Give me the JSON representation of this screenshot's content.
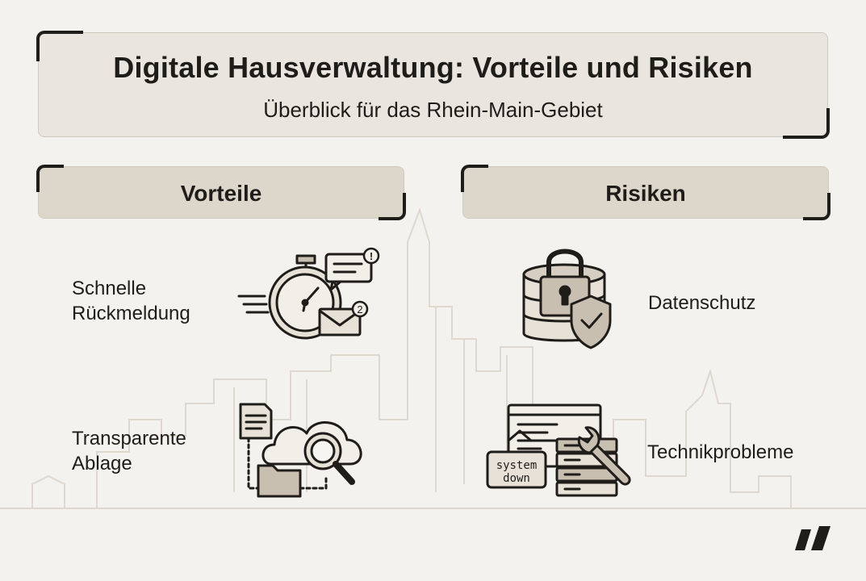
{
  "header": {
    "title": "Digitale Hausverwaltung: Vorteile und Risiken",
    "subtitle": "Überblick für das Rhein-Main-Gebiet"
  },
  "columns": {
    "left": {
      "heading": "Vorteile"
    },
    "right": {
      "heading": "Risiken"
    }
  },
  "items": {
    "fast_feedback": {
      "line1": "Schnelle",
      "line2": "Rückmeldung",
      "icon": "stopwatch-messages-icon",
      "message_badge": "!",
      "mail_badge": "2"
    },
    "transparent_filing": {
      "line1": "Transparente",
      "line2": "Ablage",
      "icon": "cloud-search-files-icon"
    },
    "data_protection": {
      "label": "Datenschutz",
      "icon": "database-lock-shield-icon"
    },
    "tech_problems": {
      "label": "Technikprobleme",
      "icon": "server-wrench-icon",
      "sign_line1": "system",
      "sign_line2": "down"
    }
  },
  "colors": {
    "background": "#f4f2ee",
    "panel": "#eae6df",
    "heading_panel": "#ddd6cb",
    "ink": "#1f1d1a",
    "accent_fill": "#c9bfb1"
  }
}
